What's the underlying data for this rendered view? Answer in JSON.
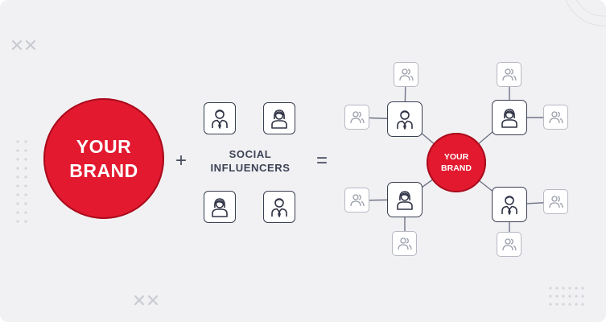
{
  "brand_main": {
    "label": "YOUR\nBRAND"
  },
  "brand_small": {
    "label": "YOUR\nBRAND"
  },
  "plus_sign": "+",
  "equals_sign": "=",
  "social": {
    "line1": "SOCIAL",
    "line2": "INFLUENCERS"
  },
  "influencer_icons": [
    "male-influencer-icon",
    "female-influencer-icon",
    "female-influencer-icon",
    "male-influencer-icon"
  ],
  "follower_icon": "followers-group-icon",
  "colors": {
    "brand_red": "#e2192f",
    "ink": "#3a3f52",
    "muted": "#b6b9c3",
    "background": "#f1f1f3"
  }
}
